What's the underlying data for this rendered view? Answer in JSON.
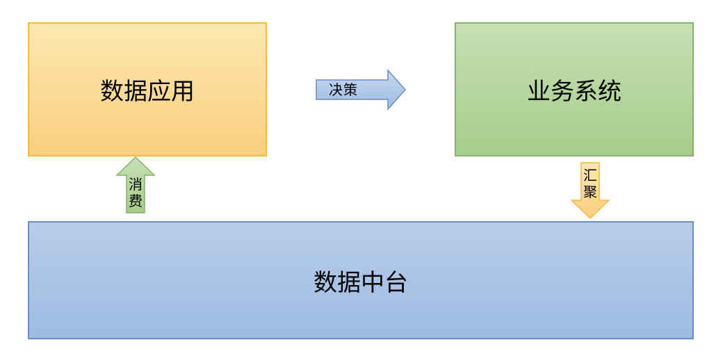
{
  "boxes": {
    "app": "数据应用",
    "business": "业务系统",
    "platform": "数据中台"
  },
  "arrows": {
    "decision": "决策",
    "consume": "消费",
    "gather": "汇聚"
  }
}
